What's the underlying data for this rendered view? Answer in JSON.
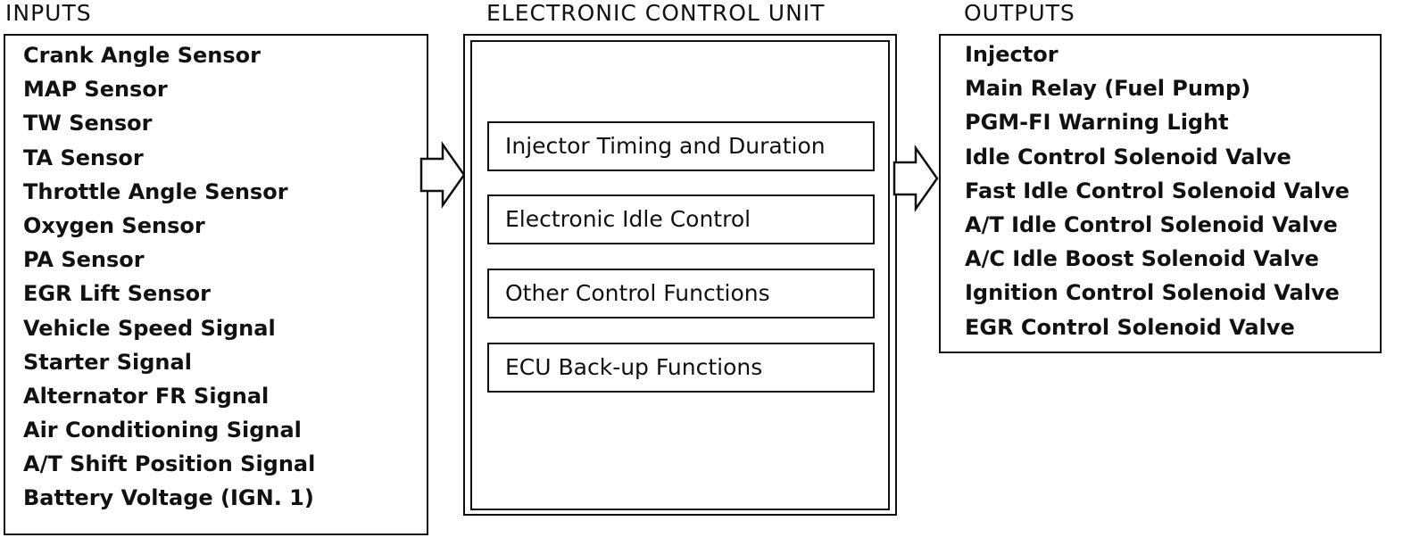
{
  "titles": {
    "inputs": "INPUTS",
    "ecu": "ELECTRONIC CONTROL UNIT",
    "outputs": "OUTPUTS"
  },
  "inputs": [
    "Crank Angle Sensor",
    "MAP Sensor",
    "TW Sensor",
    "TA Sensor",
    "Throttle Angle Sensor",
    "Oxygen Sensor",
    "PA Sensor",
    "EGR Lift Sensor",
    "Vehicle Speed Signal",
    "Starter Signal",
    "Alternator FR Signal",
    "Air Conditioning Signal",
    "A/T Shift Position Signal",
    "Battery Voltage (IGN. 1)"
  ],
  "ecu_functions": [
    "Injector Timing and Duration",
    "Electronic Idle Control",
    "Other Control Functions",
    "ECU Back-up Functions"
  ],
  "outputs": [
    "Injector",
    "Main Relay (Fuel Pump)",
    "PGM-FI Warning Light",
    "Idle Control Solenoid Valve",
    "Fast Idle Control Solenoid Valve",
    "A/T Idle Control Solenoid Valve",
    "A/C Idle Boost Solenoid Valve",
    "Ignition Control Solenoid Valve",
    "EGR Control Solenoid Valve"
  ],
  "colors": {
    "line": "#111111",
    "background": "#ffffff"
  }
}
